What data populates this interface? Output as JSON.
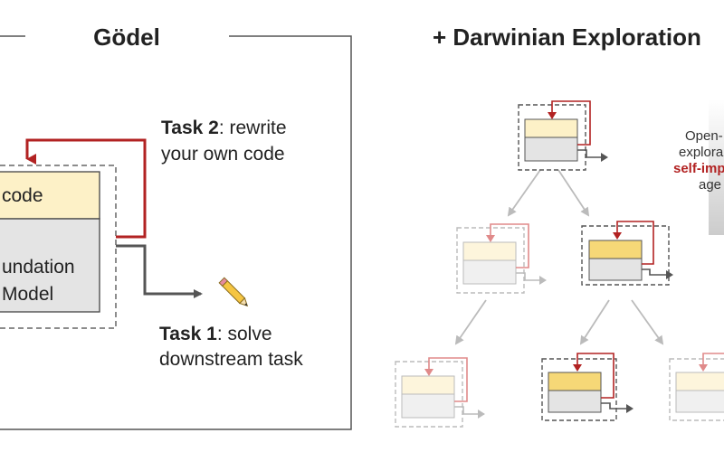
{
  "left_panel": {
    "title": "Gödel",
    "code_label": "code",
    "model_label_line1": "undation",
    "model_label_line2": "Model",
    "task2_bold": "Task 2",
    "task2_rest": ": rewrite",
    "task2_line2": "your own code",
    "task1_bold": "Task 1",
    "task1_rest": ": solve",
    "task1_line2": "downstream task",
    "pencil_icon": "pencil-icon"
  },
  "right_panel": {
    "title": "+ Darwinian Exploration",
    "side_text_line1": "Open-",
    "side_text_line2": "explora",
    "side_text_line3": "self-imp",
    "side_text_line4": "age"
  },
  "colors": {
    "red": "#b22222",
    "light_red": "#e08a8a",
    "code_fill": "#fdf1c7",
    "code_fill_active": "#f6d877",
    "model_fill": "#e4e4e4",
    "dark_gray": "#555555",
    "light_gray": "#bbbbbb"
  }
}
